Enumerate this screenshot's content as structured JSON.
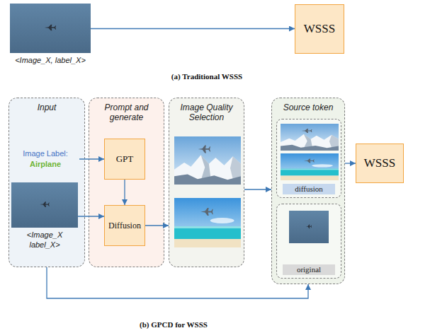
{
  "diagram": {
    "nodes": [
      {
        "text": [
          "<Image_X, label_X>"
        ]
      },
      {
        "text": [
          "WSSS"
        ]
      },
      {
        "text": [
          "Input"
        ]
      },
      {
        "text": [
          "Image Label:",
          "Airplane"
        ],
        "in": 2
      },
      {
        "text": [
          "<Image_X label_X>"
        ],
        "in": 2
      },
      {
        "text": [
          "Prompt and generate"
        ]
      },
      {
        "text": [
          "GPT"
        ],
        "in": 5
      },
      {
        "text": [
          "Diffusion"
        ],
        "in": 5
      },
      {
        "text": [
          "Image Quality Selection"
        ]
      },
      {
        "text": [
          "Source token"
        ]
      },
      {
        "text": [
          "diffusion"
        ],
        "in": 9
      },
      {
        "text": [
          "original"
        ],
        "in": 9
      },
      {
        "text": [
          "WSSS"
        ]
      }
    ],
    "edges": [
      {
        "from": 0,
        "to": 1,
        "arrow": "to"
      },
      {
        "from": 3,
        "to": 6,
        "arrow": "to"
      },
      {
        "from": 4,
        "to": 7,
        "arrow": "to"
      },
      {
        "from": 6,
        "to": 7,
        "arrow": "to"
      },
      {
        "from": 7,
        "to": 8,
        "arrow": "to"
      },
      {
        "from": 8,
        "to": 9,
        "arrow": "to"
      },
      {
        "from": 9,
        "to": 12,
        "arrow": "to"
      },
      {
        "from": 2,
        "to": 9,
        "arrow": "to"
      }
    ],
    "labels": [
      "(a) Traditional WSSS",
      "(b) GPCD for WSSS"
    ]
  }
}
